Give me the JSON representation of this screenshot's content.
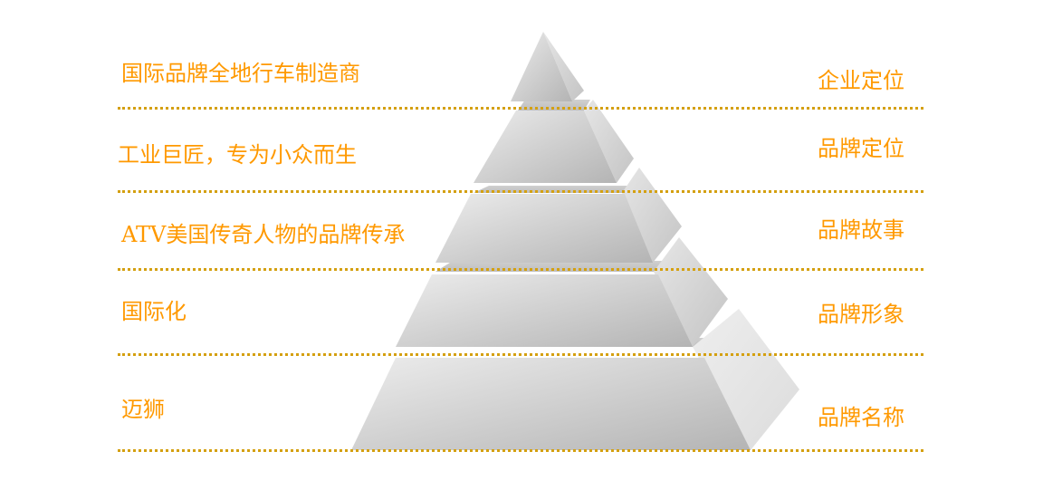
{
  "diagram": {
    "type": "pyramid",
    "accent_color": "#ff9900",
    "divider_color": "#d4a010",
    "layers": [
      {
        "level": 1,
        "left_text": "国际品牌全地行车制造商",
        "right_text": "企业定位"
      },
      {
        "level": 2,
        "left_text": "工业巨匠，专为小众而生",
        "right_text": "品牌定位"
      },
      {
        "level": 3,
        "left_text": "ATV美国传奇人物的品牌传承",
        "right_text": "品牌故事"
      },
      {
        "level": 4,
        "left_text": "国际化",
        "right_text": "品牌形象"
      },
      {
        "level": 5,
        "left_text": "迈狮",
        "right_text": "品牌名称"
      }
    ]
  }
}
